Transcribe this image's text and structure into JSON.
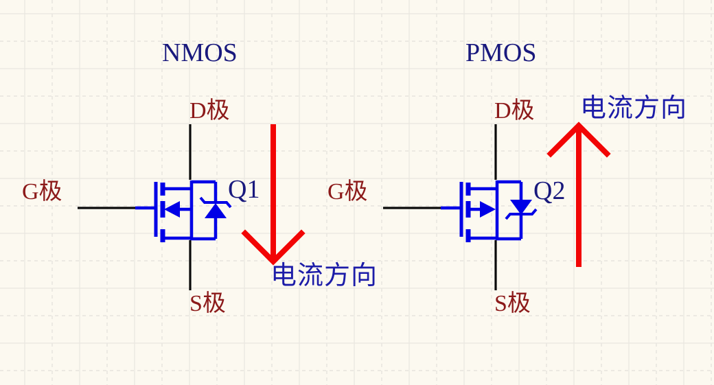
{
  "diagram": {
    "description": "Schematic comparing NMOS and PMOS MOSFET symbols with body diodes and current direction arrows"
  },
  "colors": {
    "background": "#FCF9F0",
    "grid_solid": "#E9E6E0",
    "grid_dashed": "#E3E0DA",
    "symbol_blue": "#0000E6",
    "wire_black": "#0A0A0A",
    "arrow_red": "#F20505",
    "label_dark_red": "#8C1A1A",
    "title_navy": "#19197D",
    "current_text_blue": "#1C1CA8"
  },
  "nmos": {
    "title": "NMOS",
    "designator": "Q1",
    "drain_label": "D极",
    "gate_label": "G极",
    "source_label": "S极",
    "current_label": "电流方向",
    "current_direction": "down"
  },
  "pmos": {
    "title": "PMOS",
    "designator": "Q2",
    "drain_label": "D极",
    "gate_label": "G极",
    "source_label": "S极",
    "current_label": "电流方向",
    "current_direction": "up"
  }
}
